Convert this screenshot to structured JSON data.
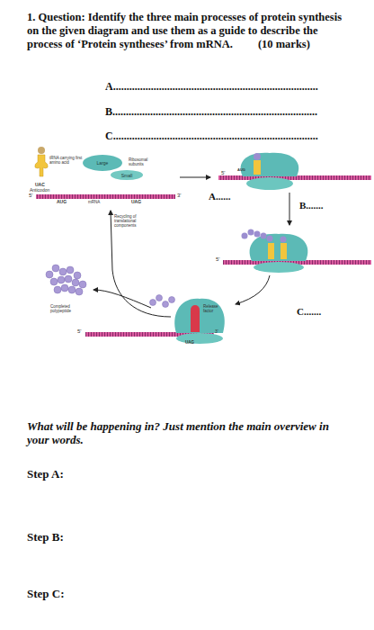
{
  "diagram": {
    "title": "1. Question: Identify the three main processes of protein synthesis on the given diagram and use them as a guide to describe the process of ‘Protein syntheses’ from mRNA.",
    "nodes": [
      {
        "text": [
          "Large"
        ]
      },
      {
        "text": [
          "Small"
        ]
      }
    ],
    "labels": [
      "(10 marks)",
      "A............................................................................",
      "B............................................................................",
      "C............................................................................",
      "tRNA carrying first amino acid",
      "UAC",
      "Anticodon",
      "Ribosomal subunits",
      "5'",
      "AUG",
      "mRNA",
      "UAG",
      "3'",
      "A......",
      "5'",
      "AUG",
      "B.......",
      "5'",
      "Recycling of translational components",
      "Completed polypeptide",
      "5'",
      "Release factor",
      "UAG",
      "3'",
      "C.......",
      "What will be happening in? Just mention the main overview in your words.",
      "Step A:",
      "Step B:",
      "Step C:"
    ]
  }
}
